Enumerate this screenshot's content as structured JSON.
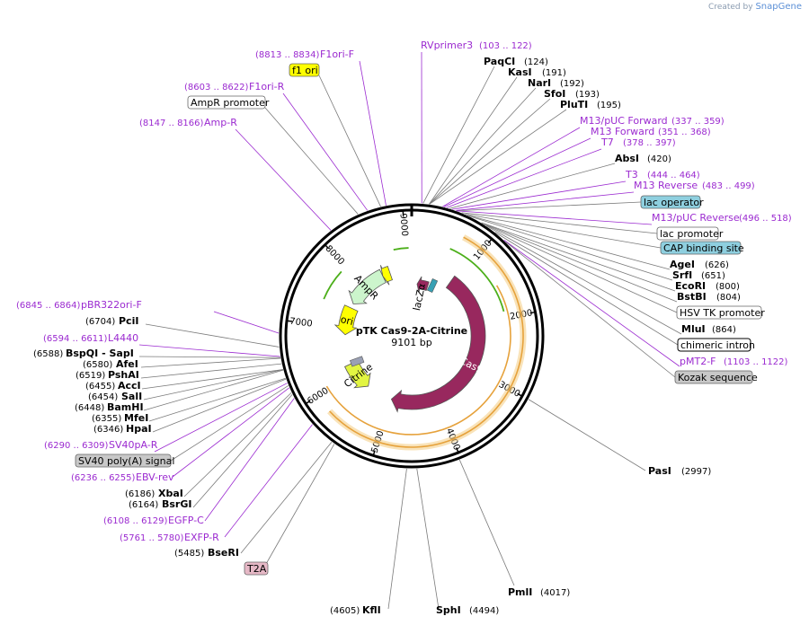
{
  "credit": {
    "prefix": "Created by",
    "brand": "SnapGene"
  },
  "plasmid": {
    "name": "pTK Cas9-2A-Citrine",
    "size": "9101 bp",
    "length": 9101
  },
  "ticks": [
    {
      "pos": 1000,
      "label": "1000"
    },
    {
      "pos": 2000,
      "label": "2000"
    },
    {
      "pos": 3000,
      "label": "3000"
    },
    {
      "pos": 4000,
      "label": "4000"
    },
    {
      "pos": 5000,
      "label": "5000"
    },
    {
      "pos": 6000,
      "label": "6000"
    },
    {
      "pos": 7000,
      "label": "7000"
    },
    {
      "pos": 8000,
      "label": "8000"
    },
    {
      "pos": 9000,
      "label": "9000"
    }
  ],
  "features": [
    {
      "name": "Cas9",
      "label": "Cas9",
      "start": 900,
      "end": 5000,
      "color": "#98285e",
      "ring": 0,
      "direction": 1
    },
    {
      "name": "lacZa",
      "label": "lacZα",
      "start": 150,
      "end": 450,
      "color": "#98285e",
      "ring": 1,
      "direction": -1
    },
    {
      "name": "AmpR",
      "label": "AmpR",
      "start": 7550,
      "end": 8450,
      "color": "#ccf5cc",
      "ring": 0,
      "direction": -1
    },
    {
      "name": "AmpR-small",
      "label": "",
      "start": 8450,
      "end": 8620,
      "color": "#ffff00",
      "ring": 0,
      "direction": -1
    },
    {
      "name": "ori",
      "label": "ori",
      "start": 6850,
      "end": 7450,
      "color": "#ffff00",
      "ring": 0,
      "direction": -1
    },
    {
      "name": "Citrine",
      "label": "Citrine",
      "start": 5580,
      "end": 6200,
      "color": "#e2f542",
      "ring": 0,
      "direction": -1
    }
  ],
  "labels_right": [
    {
      "text": "RVprimer3",
      "pos": "(103 .. 122)",
      "kind": "primer"
    },
    {
      "text": "PaqCI",
      "pos": "(124)",
      "kind": "enzyme"
    },
    {
      "text": "KasI",
      "pos": "(191)",
      "kind": "enzyme"
    },
    {
      "text": "NarI",
      "pos": "(192)",
      "kind": "enzyme"
    },
    {
      "text": "SfoI",
      "pos": "(193)",
      "kind": "enzyme"
    },
    {
      "text": "PluTI",
      "pos": "(195)",
      "kind": "enzyme"
    },
    {
      "text": "M13/pUC Forward",
      "pos": "(337 .. 359)",
      "kind": "primer"
    },
    {
      "text": "M13 Forward",
      "pos": "(351 .. 368)",
      "kind": "primer"
    },
    {
      "text": "T7",
      "pos": "(378 .. 397)",
      "kind": "primer"
    },
    {
      "text": "AbsI",
      "pos": "(420)",
      "kind": "enzyme"
    },
    {
      "text": "T3",
      "pos": "(444 .. 464)",
      "kind": "primer"
    },
    {
      "text": "M13 Reverse",
      "pos": "(483 .. 499)",
      "kind": "primer"
    },
    {
      "text": "lac operator",
      "pos": "",
      "kind": "feature-teal"
    },
    {
      "text": "M13/pUC Reverse",
      "pos": "(496 .. 518)",
      "kind": "primer"
    },
    {
      "text": "lac promoter",
      "pos": "",
      "kind": "feature-white"
    },
    {
      "text": "CAP binding site",
      "pos": "",
      "kind": "feature-teal"
    },
    {
      "text": "AgeI",
      "pos": "(626)",
      "kind": "enzyme"
    },
    {
      "text": "SrfI",
      "pos": "(651)",
      "kind": "enzyme"
    },
    {
      "text": "EcoRI",
      "pos": "(800)",
      "kind": "enzyme"
    },
    {
      "text": "BstBI",
      "pos": "(804)",
      "kind": "enzyme"
    },
    {
      "text": "HSV TK promoter",
      "pos": "",
      "kind": "feature-white"
    },
    {
      "text": "MluI",
      "pos": "(864)",
      "kind": "enzyme"
    },
    {
      "text": "chimeric intron",
      "pos": "",
      "kind": "feature-white-bold"
    },
    {
      "text": "pMT2-F",
      "pos": "(1103 .. 1122)",
      "kind": "primer"
    },
    {
      "text": "Kozak sequence",
      "pos": "",
      "kind": "feature-gray"
    },
    {
      "text": "PasI",
      "pos": "(2997)",
      "kind": "enzyme"
    },
    {
      "text": "PmlI",
      "pos": "(4017)",
      "kind": "enzyme"
    }
  ],
  "labels_bottom": [
    {
      "text": "KflI",
      "pos": "(4605)",
      "kind": "enzyme"
    },
    {
      "text": "SphI",
      "pos": "(4494)",
      "kind": "enzyme"
    }
  ],
  "labels_left": [
    {
      "text": "F1ori-F",
      "pos": "(8813 .. 8834)",
      "kind": "primer"
    },
    {
      "text": "f1 ori",
      "pos": "",
      "kind": "feature-yellow"
    },
    {
      "text": "F1ori-R",
      "pos": "(8603 .. 8622)",
      "kind": "primer"
    },
    {
      "text": "AmpR promoter",
      "pos": "",
      "kind": "feature-white"
    },
    {
      "text": "Amp-R",
      "pos": "(8147 .. 8166)",
      "kind": "primer"
    },
    {
      "text": "pBR322ori-F",
      "pos": "(6845 .. 6864)",
      "kind": "primer"
    },
    {
      "text": "PciI",
      "pos": "(6704)",
      "kind": "enzyme"
    },
    {
      "text": "L4440",
      "pos": "(6594 .. 6611)",
      "kind": "primer"
    },
    {
      "text": "BspQI - SapI",
      "pos": "(6588)",
      "kind": "enzyme"
    },
    {
      "text": "AfeI",
      "pos": "(6580)",
      "kind": "enzyme"
    },
    {
      "text": "PshAI",
      "pos": "(6519)",
      "kind": "enzyme"
    },
    {
      "text": "AccI",
      "pos": "(6455)",
      "kind": "enzyme"
    },
    {
      "text": "SalI",
      "pos": "(6454)",
      "kind": "enzyme"
    },
    {
      "text": "BamHI",
      "pos": "(6448)",
      "kind": "enzyme"
    },
    {
      "text": "MfeI",
      "pos": "(6355)",
      "kind": "enzyme"
    },
    {
      "text": "HpaI",
      "pos": "(6346)",
      "kind": "enzyme"
    },
    {
      "text": "SV40pA-R",
      "pos": "(6290 .. 6309)",
      "kind": "primer"
    },
    {
      "text": "SV40 poly(A) signal",
      "pos": "",
      "kind": "feature-gray"
    },
    {
      "text": "EBV-rev",
      "pos": "(6236 .. 6255)",
      "kind": "primer"
    },
    {
      "text": "XbaI",
      "pos": "(6186)",
      "kind": "enzyme"
    },
    {
      "text": "BsrGI",
      "pos": "(6164)",
      "kind": "enzyme"
    },
    {
      "text": "EGFP-C",
      "pos": "(6108 .. 6129)",
      "kind": "primer"
    },
    {
      "text": "EXFP-R",
      "pos": "(5761 .. 5780)",
      "kind": "primer"
    },
    {
      "text": "BseRI",
      "pos": "(5485)",
      "kind": "enzyme"
    },
    {
      "text": "T2A",
      "pos": "",
      "kind": "feature-pink"
    }
  ],
  "colors": {
    "primer": "#9b2ad0",
    "teal": "#8ecfdf",
    "gray": "#c8c8c8",
    "yellow": "#ffff00",
    "pink": "#e6b8c6",
    "orf_orange": "#e6a23c",
    "orf_green": "#4caf1a"
  }
}
